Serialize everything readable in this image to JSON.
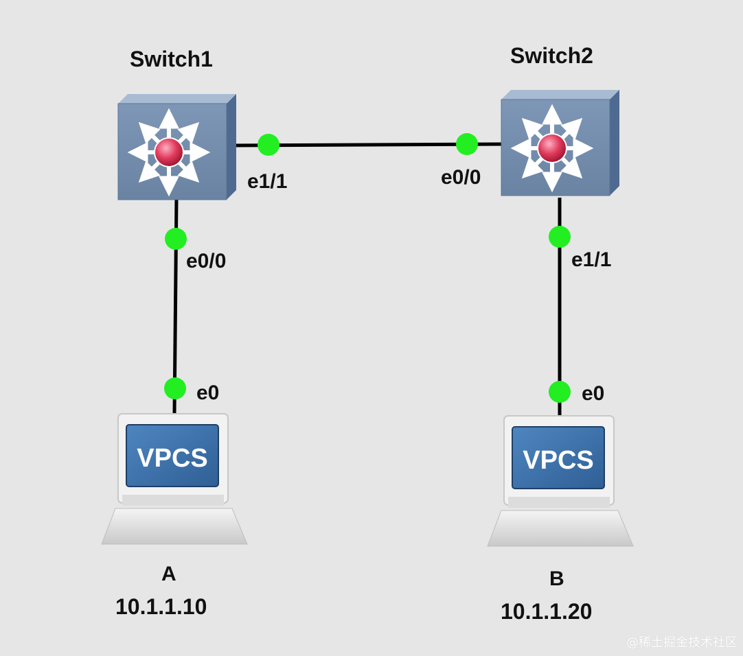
{
  "switches": [
    {
      "name": "Switch1"
    },
    {
      "name": "Switch2"
    }
  ],
  "hosts": [
    {
      "screen_text": "VPCS",
      "id": "A",
      "ip": "10.1.1.10"
    },
    {
      "screen_text": "VPCS",
      "id": "B",
      "ip": "10.1.1.20"
    }
  ],
  "ports": {
    "sw1_to_sw2": "e1/1",
    "sw2_to_sw1": "e0/0",
    "sw1_to_hostA": "e0/0",
    "hostA_to_sw1": "e0",
    "sw2_to_hostB": "e1/1",
    "hostB_to_sw2": "e0"
  },
  "link_status_color": "#22ee22",
  "link_color": "#000000",
  "watermark": "@稀土掘金技术社区"
}
